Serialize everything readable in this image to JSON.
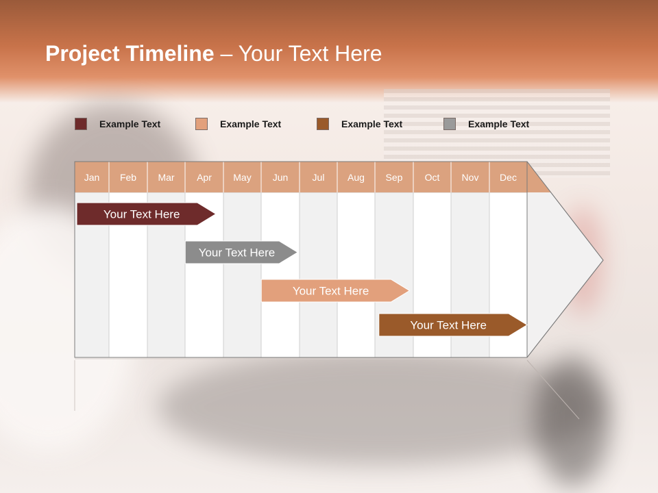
{
  "title": {
    "bold": "Project Timeline",
    "rest": " – Your Text Here"
  },
  "legend": [
    {
      "label": "Example Text",
      "color": "#6e2b2b"
    },
    {
      "label": "Example Text",
      "color": "#e2a07c"
    },
    {
      "label": "Example Text",
      "color": "#9a5a2a"
    },
    {
      "label": "Example Text",
      "color": "#9a9a9a"
    }
  ],
  "timeline": {
    "header_color": "#dba27f",
    "months": [
      "Jan",
      "Feb",
      "Mar",
      "Apr",
      "May",
      "Jun",
      "Jul",
      "Aug",
      "Sep",
      "Oct",
      "Nov",
      "Dec"
    ],
    "tasks": [
      {
        "label": "Your  Text Here",
        "start_month": 0.0,
        "end_month": 3.8,
        "color": "#6e2b2b",
        "text_color": "#ffffff"
      },
      {
        "label": "Your  Text Here",
        "start_month": 2.95,
        "end_month": 5.95,
        "color": "#8c8c8c",
        "text_color": "#ffffff"
      },
      {
        "label": "Your  Text Here",
        "start_month": 4.95,
        "end_month": 8.9,
        "color": "#e2a07c",
        "text_color": "#ffffff"
      },
      {
        "label": "Your  Text Here",
        "start_month": 8.05,
        "end_month": 12.0,
        "color": "#9a5a2a",
        "text_color": "#ffffff"
      }
    ]
  }
}
